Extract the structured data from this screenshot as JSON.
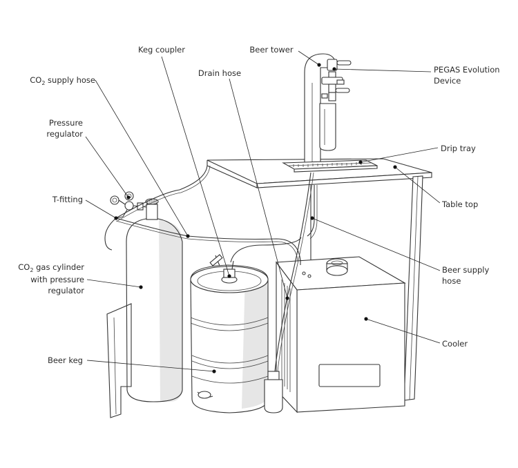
{
  "labels": {
    "keg_coupler": "Keg coupler",
    "beer_tower": "Beer tower",
    "drain_hose": "Drain hose",
    "co2_supply_hose_prefix": "CO",
    "co2_supply_hose_sub": "2",
    "co2_supply_hose_suffix": " supply hose",
    "pegas_line1": "PEGAS Evolution",
    "pegas_line2": "Device",
    "pressure_regulator_line1": "Pressure",
    "pressure_regulator_line2": "regulator",
    "drip_tray": "Drip tray",
    "t_fitting": "T-fitting",
    "table_top": "Table top",
    "co2_cylinder_line1_prefix": "CO",
    "co2_cylinder_line1_sub": "2",
    "co2_cylinder_line1_suffix": " gas cylinder",
    "co2_cylinder_line2": "with pressure",
    "co2_cylinder_line3": "regulator",
    "beer_supply_line1": "Beer supply",
    "beer_supply_line2": "hose",
    "cooler": "Cooler",
    "beer_keg": "Beer keg"
  },
  "colors": {
    "line": "#333333",
    "label": "#2b2b2b",
    "shade": "#e6e6e6"
  }
}
